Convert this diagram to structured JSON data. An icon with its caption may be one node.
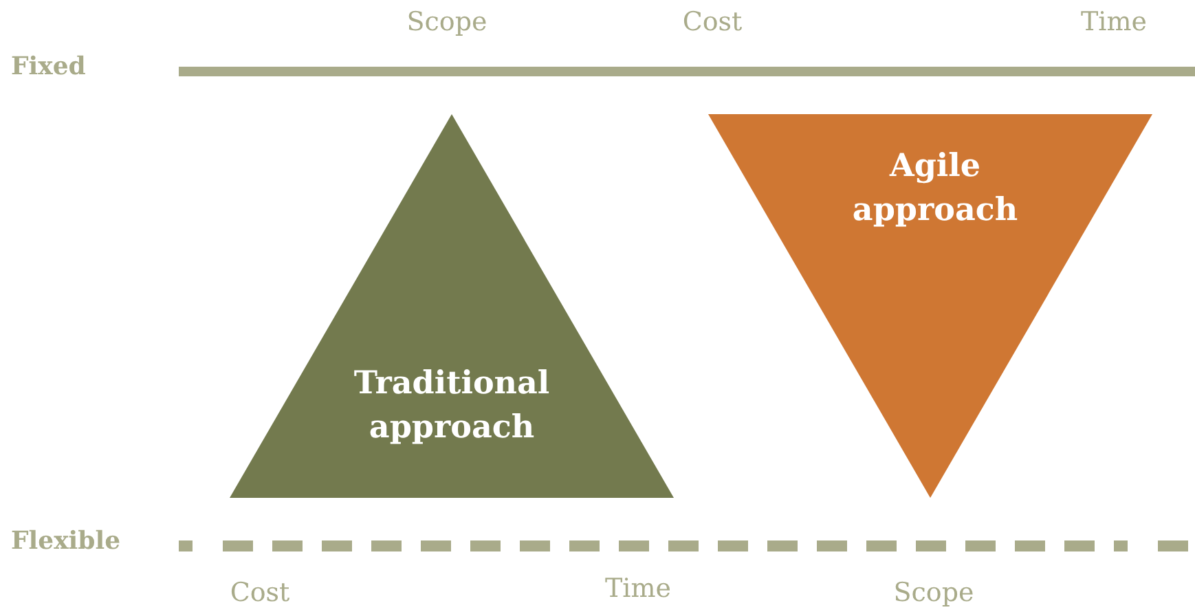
{
  "diagram": {
    "nodes": [
      {
        "text": [
          "Traditional approach"
        ]
      },
      {
        "text": [
          "Agile approach"
        ]
      }
    ],
    "labels": [
      "Scope",
      "Cost",
      "Time",
      "Fixed",
      "Flexible",
      "Cost",
      "Time",
      "Scope"
    ]
  }
}
